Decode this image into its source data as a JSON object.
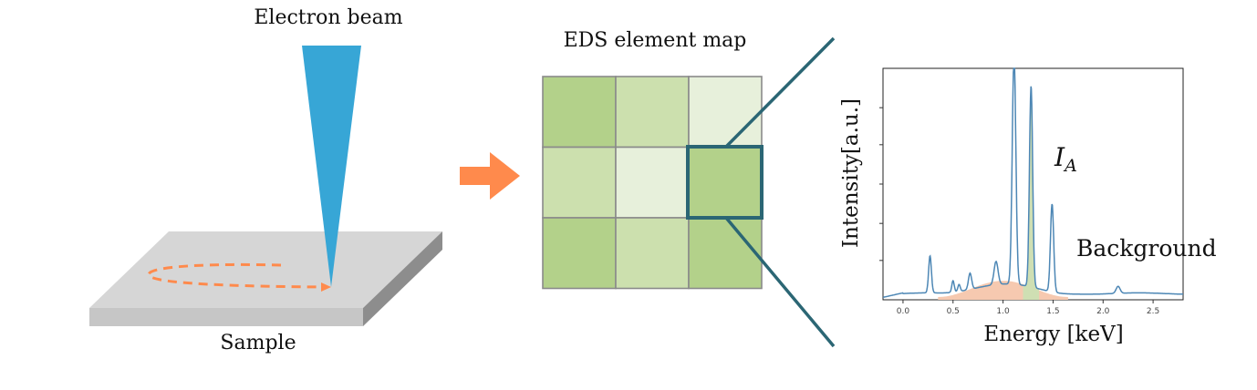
{
  "labels": {
    "beam": "Electron beam",
    "sample": "Sample",
    "map_title": "EDS element  map",
    "ia_main": "I",
    "ia_sub": "A",
    "background": "Background",
    "ylabel": "Intensity[a.u.]",
    "xlabel": "Energy  [keV]"
  },
  "colors": {
    "beam": "#37a6d6",
    "arrow": "#ff8a4c",
    "scan_path": "#ff8a4c",
    "sample_top": "#d6d6d6",
    "sample_front": "#c6c6c6",
    "sample_side": "#8d8d8d",
    "highlight": "#2b6674",
    "spectrum": "#4d87b5",
    "peak_fill": "#cfdfb3",
    "background_fill": "#f6c9b0",
    "ia_label": "#9bc37a",
    "background_label": "#e8908b"
  },
  "map": {
    "rows": 3,
    "cols": 3,
    "cells": [
      "#b3d18a",
      "#cce0ae",
      "#e7f0db",
      "#cce0ae",
      "#e7f0db",
      "#b3d18a",
      "#b3d18a",
      "#cce0ae",
      "#b3d18a"
    ],
    "highlight_row": 1,
    "highlight_col": 2
  },
  "chart_data": {
    "type": "line",
    "xlabel": "Energy  [keV]",
    "ylabel": "Intensity[a.u.]",
    "xlim": [
      -0.2,
      2.8
    ],
    "ylim": [
      0,
      1.0
    ],
    "xticks": [
      0.0,
      0.5,
      1.0,
      1.5,
      2.0,
      2.5
    ],
    "xtick_labels": [
      "0.0",
      "0.5",
      "1.0",
      "1.5",
      "2.0",
      "2.5"
    ],
    "yticks": [
      0.17,
      0.33,
      0.5,
      0.67,
      0.83
    ],
    "baseline": 0.03,
    "peaks": [
      {
        "x": 0.27,
        "height": 0.16,
        "width": 0.014
      },
      {
        "x": 0.5,
        "height": 0.05,
        "width": 0.012
      },
      {
        "x": 0.56,
        "height": 0.03,
        "width": 0.012
      },
      {
        "x": 0.67,
        "height": 0.07,
        "width": 0.016
      },
      {
        "x": 0.93,
        "height": 0.1,
        "width": 0.02
      },
      {
        "x": 1.11,
        "height": 0.99,
        "width": 0.018
      },
      {
        "x": 1.28,
        "height": 0.87,
        "width": 0.016
      },
      {
        "x": 1.49,
        "height": 0.38,
        "width": 0.016
      },
      {
        "x": 2.15,
        "height": 0.03,
        "width": 0.02
      }
    ],
    "shaded_peak": {
      "x_from": 1.2,
      "x_to": 1.36
    },
    "background_hump": {
      "x_from": 0.35,
      "x_to": 1.65,
      "center": 1.02,
      "height": 0.07
    }
  }
}
